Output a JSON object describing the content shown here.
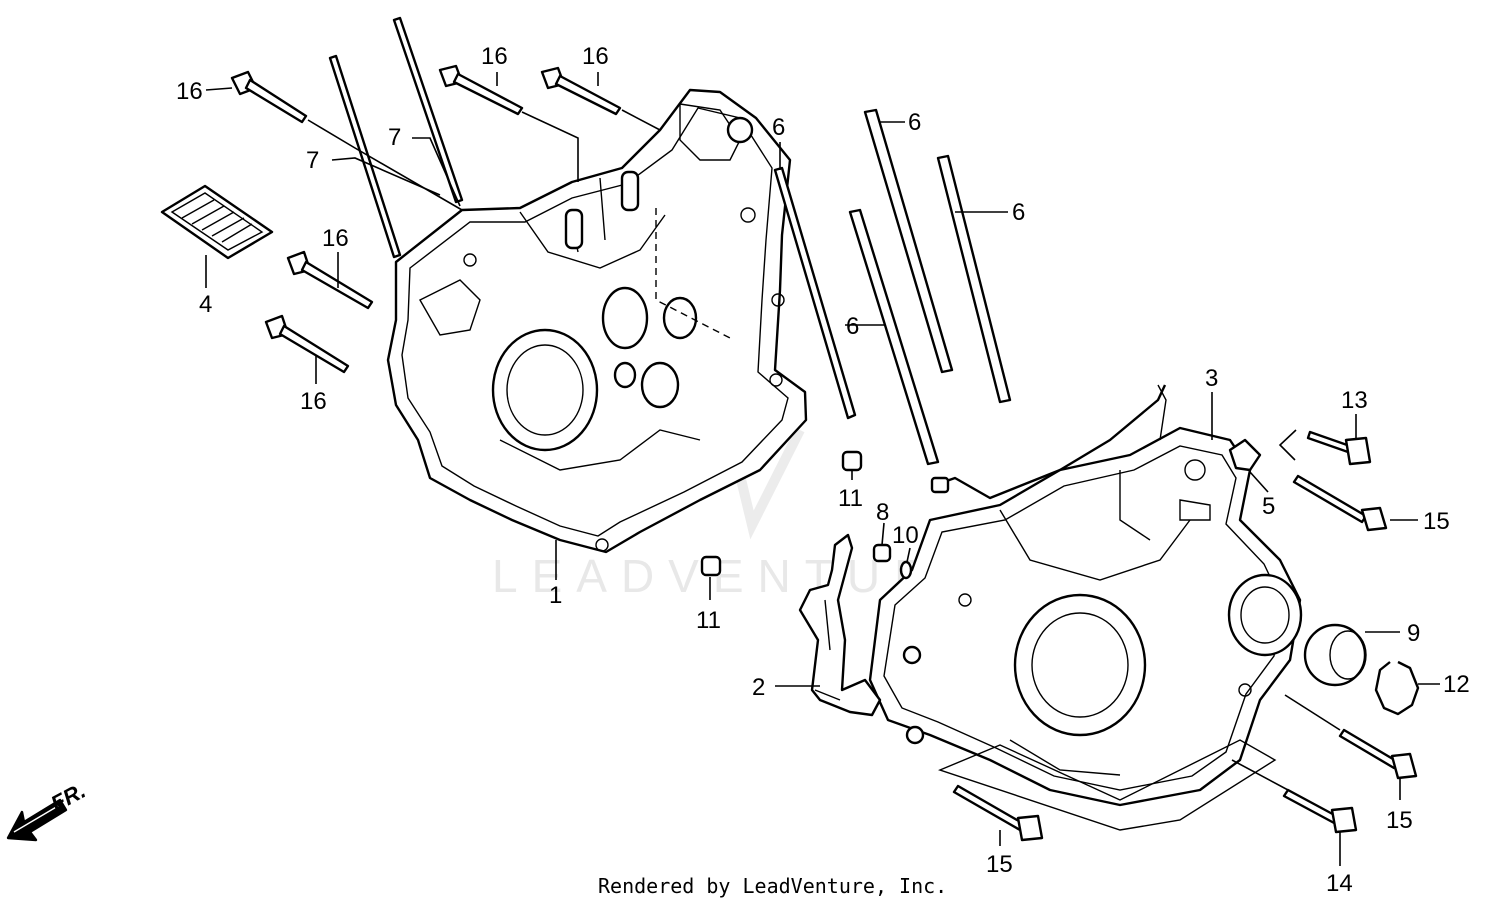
{
  "callouts": [
    {
      "key": "p16a",
      "text": "16"
    },
    {
      "key": "p16b",
      "text": "16"
    },
    {
      "key": "p16c",
      "text": "16"
    },
    {
      "key": "p16d",
      "text": "16"
    },
    {
      "key": "p16e",
      "text": "16"
    },
    {
      "key": "p7a",
      "text": "7"
    },
    {
      "key": "p7b",
      "text": "7"
    },
    {
      "key": "p6a",
      "text": "6"
    },
    {
      "key": "p6b",
      "text": "6"
    },
    {
      "key": "p6c",
      "text": "6"
    },
    {
      "key": "p6d",
      "text": "6"
    },
    {
      "key": "p4",
      "text": "4"
    },
    {
      "key": "p1",
      "text": "1"
    },
    {
      "key": "p11a",
      "text": "11"
    },
    {
      "key": "p11b",
      "text": "11"
    },
    {
      "key": "p8",
      "text": "8"
    },
    {
      "key": "p10",
      "text": "10"
    },
    {
      "key": "p2",
      "text": "2"
    },
    {
      "key": "p3",
      "text": "3"
    },
    {
      "key": "p13",
      "text": "13"
    },
    {
      "key": "p5",
      "text": "5"
    },
    {
      "key": "p15a",
      "text": "15"
    },
    {
      "key": "p9",
      "text": "9"
    },
    {
      "key": "p12",
      "text": "12"
    },
    {
      "key": "p15b",
      "text": "15"
    },
    {
      "key": "p15c",
      "text": "15"
    },
    {
      "key": "p14",
      "text": "14"
    }
  ],
  "direction_label": "FR.",
  "watermark": "LEADVENTURE",
  "credit": "Rendered by LeadVenture, Inc."
}
